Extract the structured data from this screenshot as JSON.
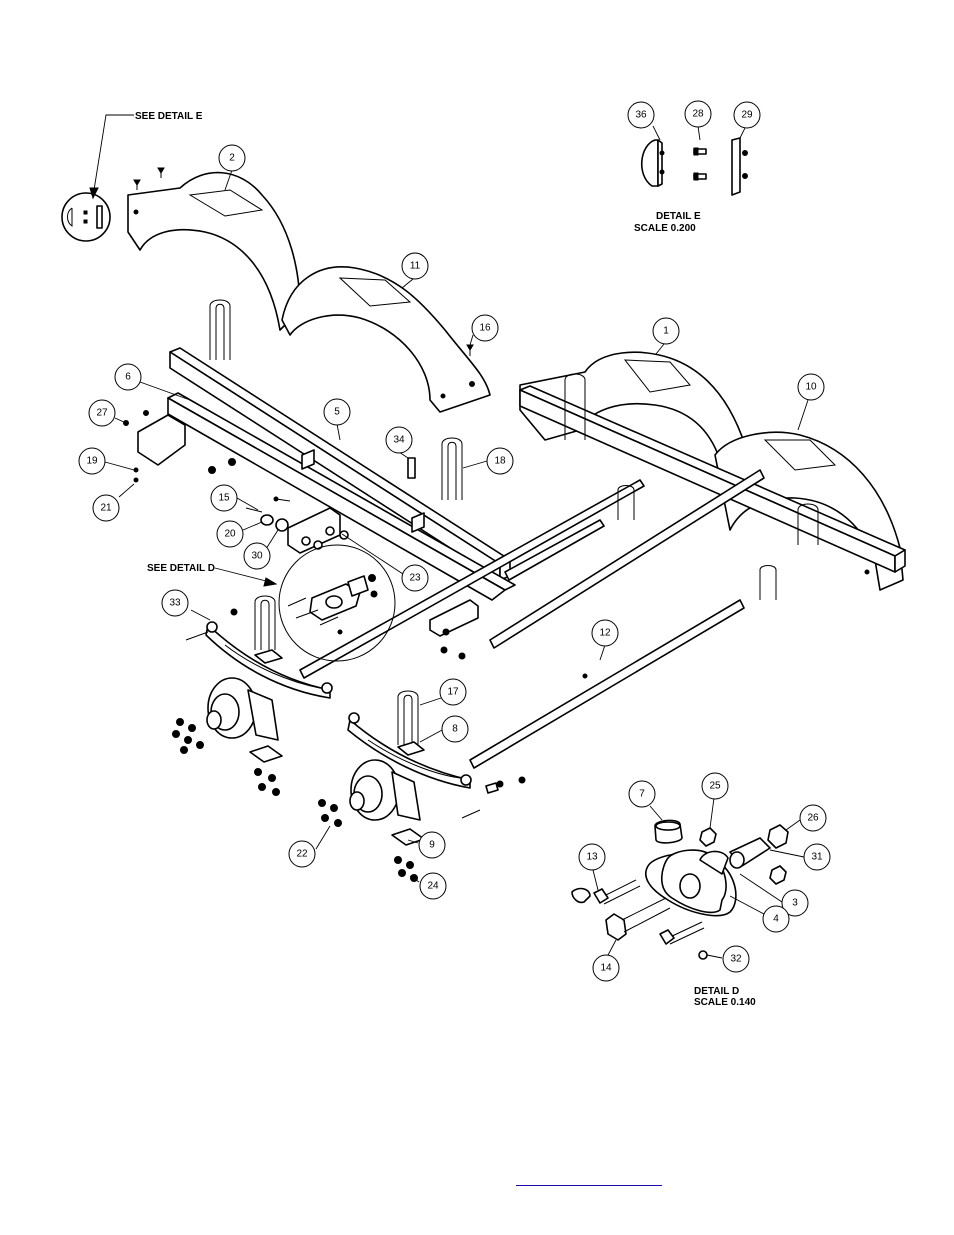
{
  "notes": {
    "see_detail_e": "SEE DETAIL  E",
    "see_detail_d": "SEE DETAIL  D",
    "detail_e_title": "DETAIL  E",
    "detail_e_scale": "SCALE  0.200",
    "detail_d_title": "DETAIL  D",
    "detail_d_scale": "SCALE  0.140"
  },
  "balloons": [
    {
      "label": "2"
    },
    {
      "label": "11"
    },
    {
      "label": "16"
    },
    {
      "label": "1"
    },
    {
      "label": "10"
    },
    {
      "label": "6"
    },
    {
      "label": "5"
    },
    {
      "label": "27"
    },
    {
      "label": "19"
    },
    {
      "label": "21"
    },
    {
      "label": "34"
    },
    {
      "label": "18"
    },
    {
      "label": "15"
    },
    {
      "label": "20"
    },
    {
      "label": "30"
    },
    {
      "label": "23"
    },
    {
      "label": "33"
    },
    {
      "label": "12"
    },
    {
      "label": "17"
    },
    {
      "label": "8"
    },
    {
      "label": "22"
    },
    {
      "label": "9"
    },
    {
      "label": "24"
    },
    {
      "label": "36"
    },
    {
      "label": "28"
    },
    {
      "label": "29"
    },
    {
      "label": "7"
    },
    {
      "label": "25"
    },
    {
      "label": "26"
    },
    {
      "label": "13"
    },
    {
      "label": "31"
    },
    {
      "label": "3"
    },
    {
      "label": "4"
    },
    {
      "label": "14"
    },
    {
      "label": "32"
    }
  ],
  "colors": {
    "line": "#000000",
    "background": "#ffffff",
    "link": "#1a0dab"
  }
}
